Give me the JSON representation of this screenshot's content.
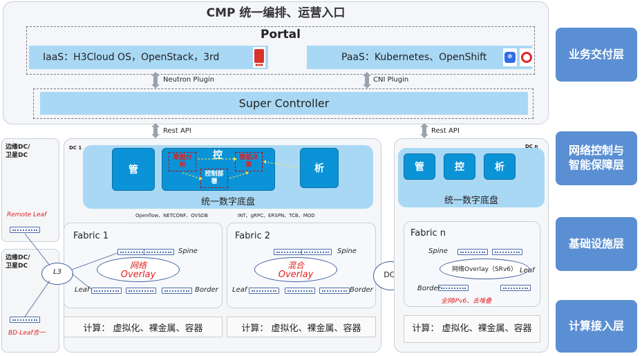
{
  "top": {
    "title": "CMP 统一编排、运营入口",
    "portal": "Portal",
    "iaas": "IaaS：H3Cloud OS，OpenStack，3rd",
    "paas": "PaaS：Kubernetes、OpenShift",
    "neutron": "Neutron Plugin",
    "cni": "CNI Plugin",
    "super_controller": "Super Controller"
  },
  "layers": {
    "business": "业务交付层",
    "control": "网络控制与智能保障层",
    "infra": "基础设施层",
    "compute": "计算接入层"
  },
  "rest_api": "Rest API",
  "edge": {
    "label": "边缘DC/卫星DC",
    "remote_leaf": "Remote Leaf",
    "bd_leaf": "BD-Leaf合一",
    "l3": "L3"
  },
  "dc1": {
    "label": "DC 1",
    "manage": "管",
    "control": "控",
    "analyze": "析",
    "scene_analysis": "意图分析",
    "smart_decision": "智能决策",
    "control_deploy": "控制部署",
    "digital_base": "统一数字底盘",
    "protocols_left": "Openflow、NETCONF、OVSDB",
    "protocols_right": "INT、gRPC、ERSPN、TCB、MOD"
  },
  "fabric1": {
    "title": "Fabric 1",
    "spine": "Spine",
    "leaf": "Leaf",
    "border": "Border",
    "overlay_line1": "网络",
    "overlay_line2": "Overlay",
    "compute": "计算：  虚拟化、裸金属、容器"
  },
  "fabric2": {
    "title": "Fabric 2",
    "spine": "Spine",
    "leaf": "Leaf",
    "border": "Border",
    "overlay_line1": "混合",
    "overlay_line2": "Overlay",
    "compute": "计算：  虚拟化、裸金属、容器"
  },
  "dci": "DCI",
  "dcn": {
    "label": "DC n",
    "manage": "管",
    "control": "控",
    "analyze": "析",
    "digital_base": "统一数字底盘",
    "fabric_title": "Fabric n",
    "spine": "Spine",
    "leaf": "Leaf",
    "border": "Border",
    "overlay": "网络Overlay（SRv6）",
    "ipv6": "全网IPv6、去堆叠",
    "compute": "计算：  虚拟化、裸金属、容器"
  },
  "colors": {
    "layer_blue": "#5b8fd3",
    "controller_blue": "#0b93d8",
    "light_blue": "#a9d8f4",
    "red": "#e02020"
  }
}
